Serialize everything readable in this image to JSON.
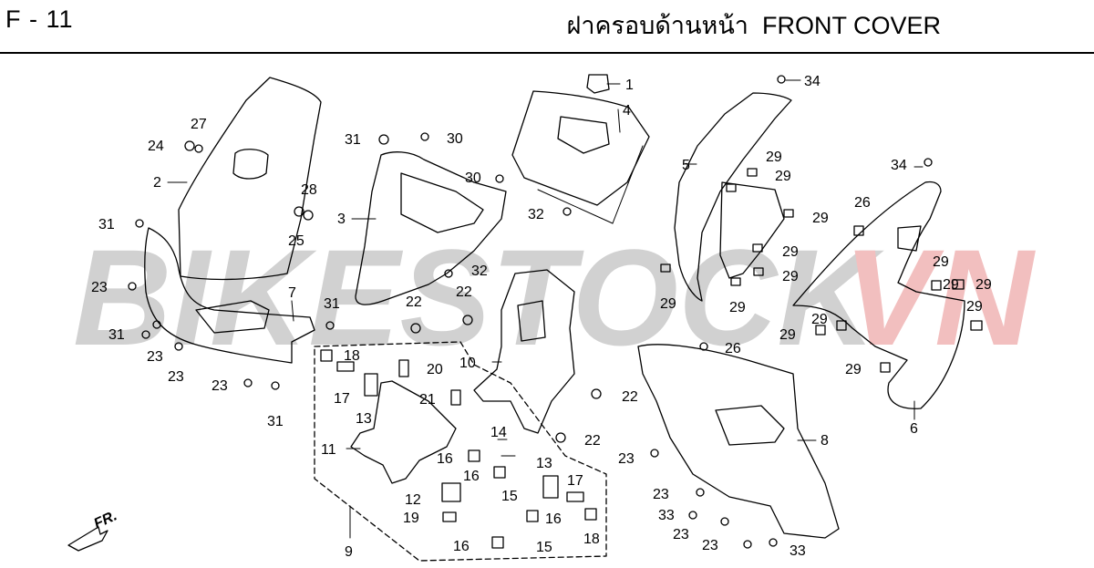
{
  "header": {
    "code": "F - 11",
    "title_th": "ฝาครอบด้านหน้า",
    "title_en": "FRONT COVER"
  },
  "watermark": {
    "text_main": "BIKESTOCK",
    "text_accent": "VN",
    "color_main": "#c9c9c9",
    "color_accent": "#f0b4b4"
  },
  "direction_label": "FR.",
  "callouts": [
    {
      "id": "c1",
      "num": "1"
    },
    {
      "id": "c2",
      "num": "2"
    },
    {
      "id": "c3",
      "num": "3"
    },
    {
      "id": "c4",
      "num": "4"
    },
    {
      "id": "c5",
      "num": "5"
    },
    {
      "id": "c6",
      "num": "6"
    },
    {
      "id": "c7",
      "num": "7"
    },
    {
      "id": "c8",
      "num": "8"
    },
    {
      "id": "c9",
      "num": "9"
    },
    {
      "id": "c10",
      "num": "10"
    },
    {
      "id": "c11",
      "num": "11"
    },
    {
      "id": "c12",
      "num": "12"
    },
    {
      "id": "c13a",
      "num": "13"
    },
    {
      "id": "c13b",
      "num": "13"
    },
    {
      "id": "c14",
      "num": "14"
    },
    {
      "id": "c15a",
      "num": "15"
    },
    {
      "id": "c15b",
      "num": "15"
    },
    {
      "id": "c16a",
      "num": "16"
    },
    {
      "id": "c16b",
      "num": "16"
    },
    {
      "id": "c16c",
      "num": "16"
    },
    {
      "id": "c16d",
      "num": "16"
    },
    {
      "id": "c17a",
      "num": "17"
    },
    {
      "id": "c17b",
      "num": "17"
    },
    {
      "id": "c18a",
      "num": "18"
    },
    {
      "id": "c18b",
      "num": "18"
    },
    {
      "id": "c19",
      "num": "19"
    },
    {
      "id": "c20",
      "num": "20"
    },
    {
      "id": "c21",
      "num": "21"
    },
    {
      "id": "c22a",
      "num": "22"
    },
    {
      "id": "c22b",
      "num": "22"
    },
    {
      "id": "c22c",
      "num": "22"
    },
    {
      "id": "c22d",
      "num": "22"
    },
    {
      "id": "c23a",
      "num": "23"
    },
    {
      "id": "c23b",
      "num": "23"
    },
    {
      "id": "c23c",
      "num": "23"
    },
    {
      "id": "c23d",
      "num": "23"
    },
    {
      "id": "c23e",
      "num": "23"
    },
    {
      "id": "c23f",
      "num": "23"
    },
    {
      "id": "c23g",
      "num": "23"
    },
    {
      "id": "c23h",
      "num": "23"
    },
    {
      "id": "c24",
      "num": "24"
    },
    {
      "id": "c25",
      "num": "25"
    },
    {
      "id": "c26a",
      "num": "26"
    },
    {
      "id": "c26b",
      "num": "26"
    },
    {
      "id": "c27",
      "num": "27"
    },
    {
      "id": "c28",
      "num": "28"
    },
    {
      "id": "c29a",
      "num": "29"
    },
    {
      "id": "c29b",
      "num": "29"
    },
    {
      "id": "c29c",
      "num": "29"
    },
    {
      "id": "c29d",
      "num": "29"
    },
    {
      "id": "c29e",
      "num": "29"
    },
    {
      "id": "c29f",
      "num": "29"
    },
    {
      "id": "c29g",
      "num": "29"
    },
    {
      "id": "c29h",
      "num": "29"
    },
    {
      "id": "c29i",
      "num": "29"
    },
    {
      "id": "c29j",
      "num": "29"
    },
    {
      "id": "c29k",
      "num": "29"
    },
    {
      "id": "c29l",
      "num": "29"
    },
    {
      "id": "c29m",
      "num": "29"
    },
    {
      "id": "c29n",
      "num": "29"
    },
    {
      "id": "c30a",
      "num": "30"
    },
    {
      "id": "c30b",
      "num": "30"
    },
    {
      "id": "c31a",
      "num": "31"
    },
    {
      "id": "c31b",
      "num": "31"
    },
    {
      "id": "c31c",
      "num": "31"
    },
    {
      "id": "c31d",
      "num": "31"
    },
    {
      "id": "c31e",
      "num": "31"
    },
    {
      "id": "c32a",
      "num": "32"
    },
    {
      "id": "c32b",
      "num": "32"
    },
    {
      "id": "c33a",
      "num": "33"
    },
    {
      "id": "c33b",
      "num": "33"
    },
    {
      "id": "c34a",
      "num": "34"
    },
    {
      "id": "c34b",
      "num": "34"
    }
  ]
}
